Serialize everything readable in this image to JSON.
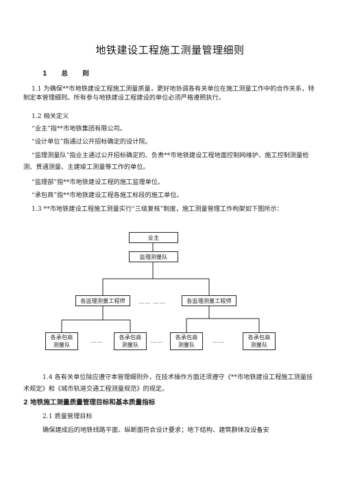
{
  "title": "地铁建设工程施工测量管理细则",
  "section1": {
    "number": "1",
    "title": "总  则",
    "p1_1": "1.1  为确保**市地铁建设工程施工测量质量，更好地协调各有关单位在施工测量工作中的合作关系，特制定本管理细则。所有参与地铁建设工程建设的单位必须严格遵照执行。",
    "p1_2_heading": "1.2   相关定义",
    "def_owner": "“业主”指**市地铁集团有限公司。",
    "def_design": "“设计单位”指通过公开招标确定的设计院。",
    "def_survey_team": "“监理测量队”指业主通过公开招标确定的、负责**市地铁建设工程地面控制网维护、施工控制测量检测、贯通测量、主建竣工测量等工作的单位。",
    "def_supervision": "“监理部”指**市地铁建设工程的施工监理单位。",
    "def_contractor": "“承包商”指**市地铁建设工程各施工标段的施工单位。",
    "p1_3": "1.3 **市地铁建设工程施工测量实行“三级复核”制度，施工测量管理工作构架如下图所示：",
    "p1_4": "1.4 各有关单位除应遵守本管理细则外，在技术操作方面还须遵守《**市地铁建设工程施工测量技术规定》和《城市轨道交通工程测量规范》的规定。"
  },
  "org_chart": {
    "top": "业主",
    "second": "监理测量队",
    "left_engineer": "各监理测量工程师",
    "right_engineer": "各监理测量工程师",
    "mid_dots": "……  ……",
    "teams": [
      "各承包商\n测量队",
      "各承包商\n测量队",
      "各承包商\n测量队",
      "各承包商\n测量队"
    ],
    "team_dots": "……"
  },
  "section2": {
    "heading": "2  地铁施工测量质量管理目标和基本质量指标",
    "p2_1": "2.1   质量管理目标",
    "p2_1_text": "确保建成后的地铁线路平面、纵断面符合设计要求；地下结构、建筑群体及设备安"
  }
}
